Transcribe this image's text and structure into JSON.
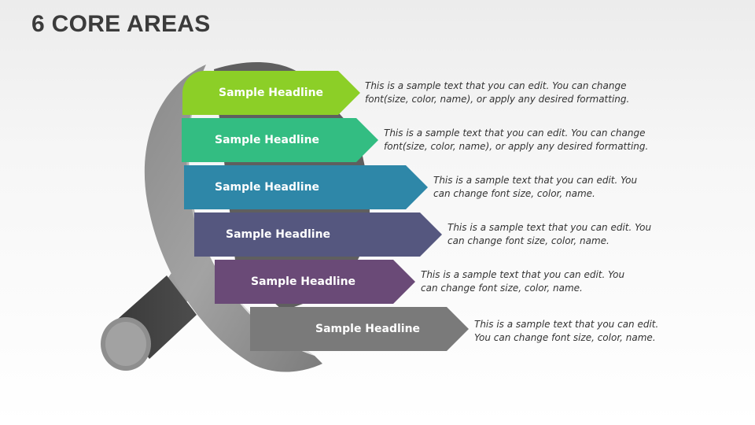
{
  "title": "6 CORE AREAS",
  "areas": [
    {
      "headline": "Sample Headline",
      "color": "#8ccf27",
      "text_lines": [
        "This is a sample text that you can edit. You can change",
        "font(size, color, name), or apply any desired formatting."
      ]
    },
    {
      "headline": "Sample Headline",
      "color": "#33bd82",
      "text_lines": [
        "This is a sample text that you can edit. You can change",
        "font(size, color, name), or apply any desired formatting."
      ]
    },
    {
      "headline": "Sample Headline",
      "color": "#2e87a8",
      "text_lines": [
        "This is a sample text that you can edit. You",
        "can change font size, color, name."
      ]
    },
    {
      "headline": "Sample Headline",
      "color": "#55577f",
      "text_lines": [
        "This is a sample text that you can edit. You",
        "can change font size, color, name."
      ]
    },
    {
      "headline": "Sample Headline",
      "color": "#6a4a77",
      "text_lines": [
        "This is a sample text that you can edit. You",
        "can change font size, color, name."
      ]
    },
    {
      "headline": "Sample Headline",
      "color": "#7a7a7a",
      "text_lines": [
        "This is a sample text that you can edit.",
        "You can change font size, color, name."
      ]
    }
  ],
  "icons": {
    "magnifier": "magnifying-glass-icon"
  },
  "colors": {
    "title": "#3b3b3b",
    "ring_light": "#9a9a9a",
    "ring_dark": "#6b6b6b",
    "handle": "#444444"
  }
}
